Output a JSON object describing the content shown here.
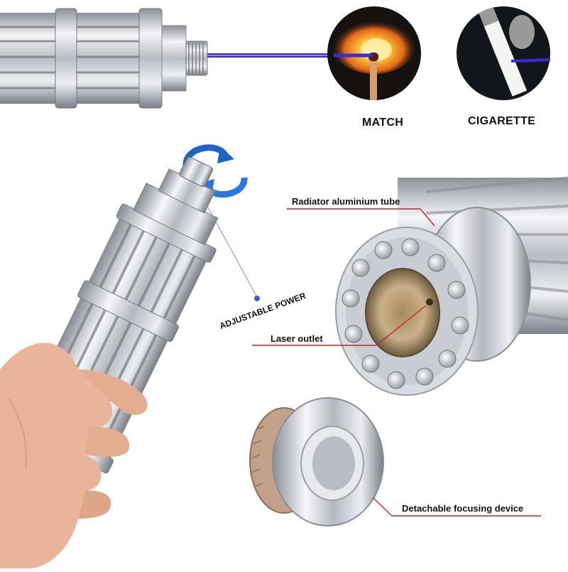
{
  "demo": {
    "match_label": "MATCH",
    "cigarette_label": "CIGARETTE"
  },
  "callouts": {
    "adjustable_power": "ADJUSTABLE POWER",
    "radiator_tube": "Radiator aluminium tube",
    "laser_outlet": "Laser outlet",
    "focusing_device": "Detachable focusing device"
  },
  "colors": {
    "beam": "#3a2bd8",
    "leader_line": "#c0282a",
    "rotate_arrow": "#1f63c6",
    "flame": "#f39a1e",
    "metal": "#c9ccd2"
  },
  "icons": [
    "rotate-arrows-icon",
    "flame-icon",
    "cigarette-icon"
  ]
}
